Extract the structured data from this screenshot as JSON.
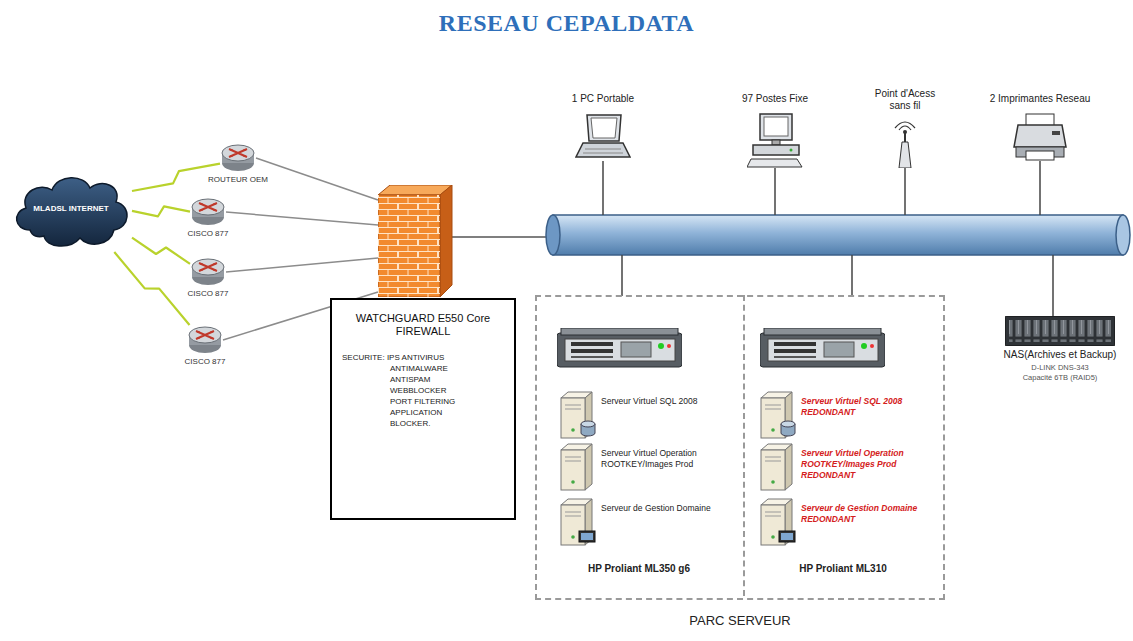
{
  "diagram": {
    "title": "RESEAU CEPALDATA",
    "nodes": [
      {
        "text": [
          "MLADSL INTERNET"
        ]
      },
      {
        "text": [
          "ROUTEUR OEM"
        ]
      },
      {
        "text": [
          "CISCO 877"
        ]
      },
      {
        "text": [
          "CISCO 877"
        ]
      },
      {
        "text": [
          "CISCO 877"
        ]
      },
      {
        "text": [
          "WATCHGUARD E550 Core FIREWALL",
          "SECURITE: IPS ANTIVIRUS ANTIMALWARE ANTISPAM WEBBLOCKER PORT FILTERING APPLICATION BLOCKER."
        ]
      },
      {
        "text": [
          "1 PC Portable"
        ]
      },
      {
        "text": [
          "97 Postes Fixe"
        ]
      },
      {
        "text": [
          "Point d'Acess sans fil"
        ]
      },
      {
        "text": [
          "2 Imprimantes Reseau"
        ]
      },
      {
        "text": [
          "PARC SERVEUR"
        ]
      },
      {
        "text": [
          "HP Proliant ML350 g6"
        ],
        "in": 10
      },
      {
        "text": [
          "Serveur Virtuel SQL 2008"
        ],
        "in": 11
      },
      {
        "text": [
          "Serveur Virtuel Operation ROOTKEY/Images Prod"
        ],
        "in": 11
      },
      {
        "text": [
          "Serveur de Gestion Domaine"
        ],
        "in": 11
      },
      {
        "text": [
          "HP Proliant ML310"
        ],
        "in": 10
      },
      {
        "text": [
          "Serveur Virtuel SQL 2008 REDONDANT"
        ],
        "in": 15
      },
      {
        "text": [
          "Serveur Virtuel Operation ROOTKEY/Images Prod REDONDANT"
        ],
        "in": 15
      },
      {
        "text": [
          "Serveur de Gestion Domaine REDONDANT"
        ],
        "in": 15
      },
      {
        "text": [
          "NAS(Archives et Backup)",
          "D-LINK DNS-343",
          "Capacité 6TB (RAID5)"
        ]
      }
    ],
    "edges": [
      {
        "from": 0,
        "to": 1,
        "arrow": "none"
      },
      {
        "from": 0,
        "to": 2,
        "arrow": "none"
      },
      {
        "from": 0,
        "to": 3,
        "arrow": "none"
      },
      {
        "from": 0,
        "to": 4,
        "arrow": "none"
      },
      {
        "from": 1,
        "to": 5,
        "arrow": "none"
      },
      {
        "from": 2,
        "to": 5,
        "arrow": "none"
      },
      {
        "from": 3,
        "to": 5,
        "arrow": "none"
      },
      {
        "from": 4,
        "to": 5,
        "arrow": "none"
      }
    ]
  }
}
